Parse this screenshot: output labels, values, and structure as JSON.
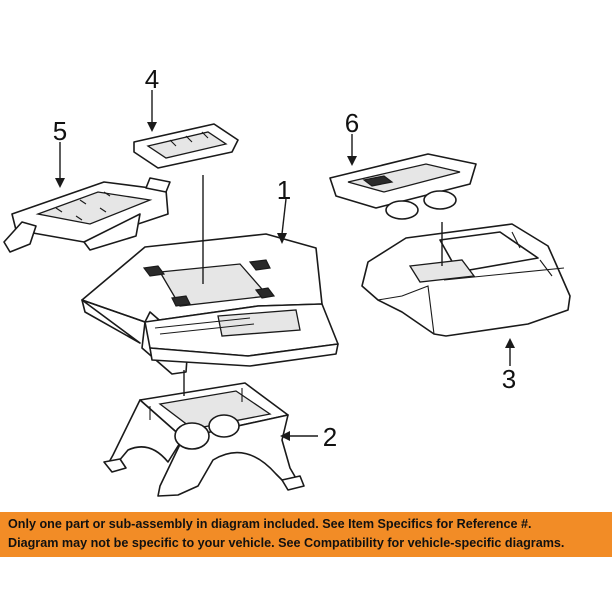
{
  "callouts": {
    "c1": "1",
    "c2": "2",
    "c3": "3",
    "c4": "4",
    "c5": "5",
    "c6": "6"
  },
  "notice": {
    "line1": "Only one part or sub-assembly in diagram included. See Item Specifics for Reference #.",
    "line2": "Diagram may not be specific to your vehicle. See Compatibility for vehicle-specific diagrams.",
    "background_color": "#f28c26"
  }
}
